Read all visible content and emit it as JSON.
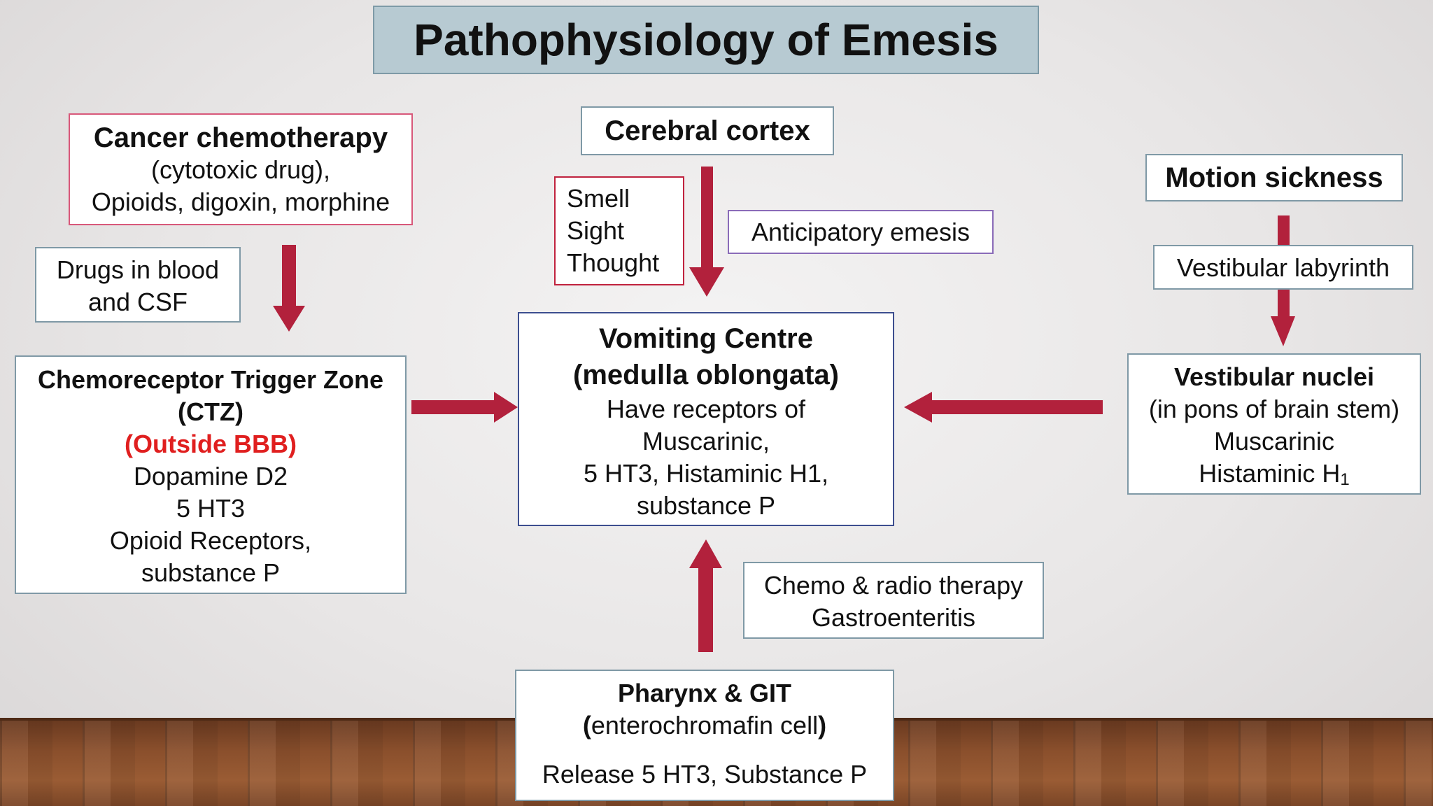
{
  "title": "Pathophysiology of Emesis",
  "colors": {
    "arrow": "#b2213c",
    "outside_bbb": "#e01f1f"
  },
  "cancer": {
    "heading": "Cancer chemotherapy",
    "line1": "(cytotoxic drug),",
    "line2": "Opioids, digoxin, morphine"
  },
  "drugs_blood": {
    "line1": "Drugs in blood",
    "line2": "and CSF"
  },
  "ctz": {
    "heading1": "Chemoreceptor Trigger Zone",
    "heading2": "(CTZ)",
    "outside": "(Outside BBB)",
    "line1": "Dopamine D2",
    "line2": "5 HT3",
    "line3": "Opioid Receptors,",
    "line4": "substance P"
  },
  "cortex": {
    "label": "Cerebral cortex"
  },
  "senses": {
    "line1": "Smell",
    "line2": "Sight",
    "line3": "Thought"
  },
  "anticipatory": {
    "label": "Anticipatory emesis"
  },
  "vomiting": {
    "heading1": "Vomiting Centre",
    "heading2": "(medulla oblongata)",
    "line1": "Have receptors of",
    "line2": "Muscarinic,",
    "line3": "5 HT3, Histaminic H1,",
    "line4": "substance P"
  },
  "motion": {
    "label": "Motion sickness"
  },
  "labyrinth": {
    "label": "Vestibular labyrinth"
  },
  "nuclei": {
    "heading": "Vestibular nuclei",
    "line1": "(in pons of brain stem)",
    "line2": "Muscarinic",
    "line3": "Histaminic H",
    "line3_sub": "1"
  },
  "chemo_radio": {
    "line1": "Chemo & radio therapy",
    "line2": "Gastroenteritis"
  },
  "pharynx": {
    "heading": "Pharynx & GIT",
    "paren_open": "(",
    "paren_text": "enterochromafin cell",
    "paren_close": ")",
    "line2": "Release 5 HT3, Substance P"
  }
}
